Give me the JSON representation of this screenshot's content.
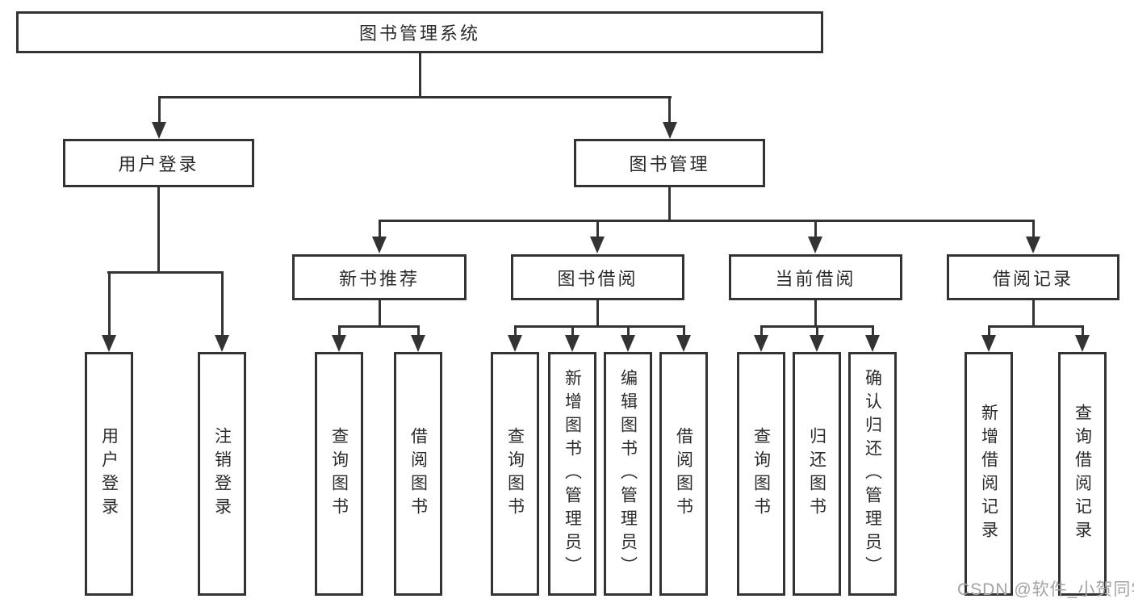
{
  "colors": {
    "line": "#333333",
    "text": "#2b2b2b",
    "watermark": "#a3a3a3",
    "background": "#ffffff"
  },
  "tree": {
    "root": {
      "label": "图书管理系统"
    },
    "branches": [
      {
        "label": "用户登录",
        "children": [
          {
            "label": "用户登录"
          },
          {
            "label": "注销登录"
          }
        ]
      },
      {
        "label": "图书管理",
        "children": [
          {
            "label": "新书推荐",
            "children": [
              {
                "label": "查询图书"
              },
              {
                "label": "借阅图书"
              }
            ]
          },
          {
            "label": "图书借阅",
            "children": [
              {
                "label": "查询图书"
              },
              {
                "label": "新增图书（管理员）"
              },
              {
                "label": "编辑图书（管理员）"
              },
              {
                "label": "借阅图书"
              }
            ]
          },
          {
            "label": "当前借阅",
            "children": [
              {
                "label": "查询图书"
              },
              {
                "label": "归还图书"
              },
              {
                "label": "确认归还（管理员）"
              }
            ]
          },
          {
            "label": "借阅记录",
            "children": [
              {
                "label": "新增借阅记录"
              },
              {
                "label": "查询借阅记录"
              }
            ]
          }
        ]
      }
    ]
  },
  "watermark": {
    "text": "CSDN @软件_小贺同学"
  }
}
